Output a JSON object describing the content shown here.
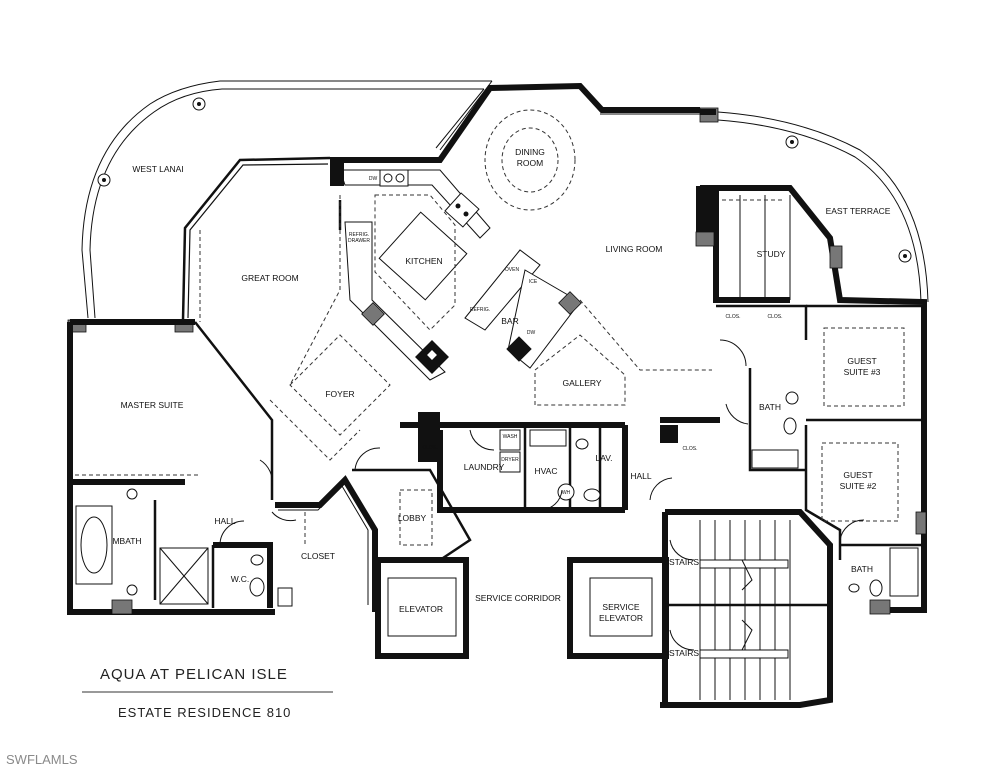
{
  "title": {
    "project": "AQUA AT PELICAN ISLE",
    "unit": "ESTATE RESIDENCE 810"
  },
  "watermark": "SWFLAMLS",
  "rooms": {
    "west_lanai": "WEST LANAI",
    "dining_room": [
      "DINING",
      "ROOM"
    ],
    "great_room": "GREAT ROOM",
    "kitchen": "KITCHEN",
    "living_room": "LIVING ROOM",
    "study": "STUDY",
    "east_terrace": "EAST TERRACE",
    "bar": "BAR",
    "gallery": "GALLERY",
    "guest_suite_3": [
      "GUEST",
      "SUITE #3"
    ],
    "master_suite": "MASTER SUITE",
    "foyer": "FOYER",
    "bath_upper": "BATH",
    "guest_suite_2": [
      "GUEST",
      "SUITE #2"
    ],
    "laundry": "LAUNDRY",
    "hvac": "HVAC",
    "lav": "LAV.",
    "hall_center": "HALL",
    "mbath": "MBATH",
    "hall_master": "HALL",
    "lobby": "LOBBY",
    "closet": "CLOSET",
    "wc": "W.C.",
    "elevator": "ELEVATOR",
    "service_corridor": "SERVICE CORRIDOR",
    "service_elevator": [
      "SERVICE",
      "ELEVATOR"
    ],
    "stairs_upper": "STAIRS",
    "stairs_lower": "STAIRS",
    "bath_lower": "BATH",
    "clos_1": "CLOS.",
    "clos_2": "CLOS.",
    "clos_3": "CLOS.",
    "clos_4": "CLOS."
  },
  "fixtures": {
    "oven": "OVEN",
    "refrig_bar": "REFRIG.",
    "dw_bar": "DW",
    "ice": "ICE",
    "refrig_kitchen": [
      "REFRIG.",
      "DRAWER"
    ],
    "dw_kitchen": "DW",
    "wash": "WASH",
    "dryer": "DRYER",
    "wh": "WH"
  }
}
